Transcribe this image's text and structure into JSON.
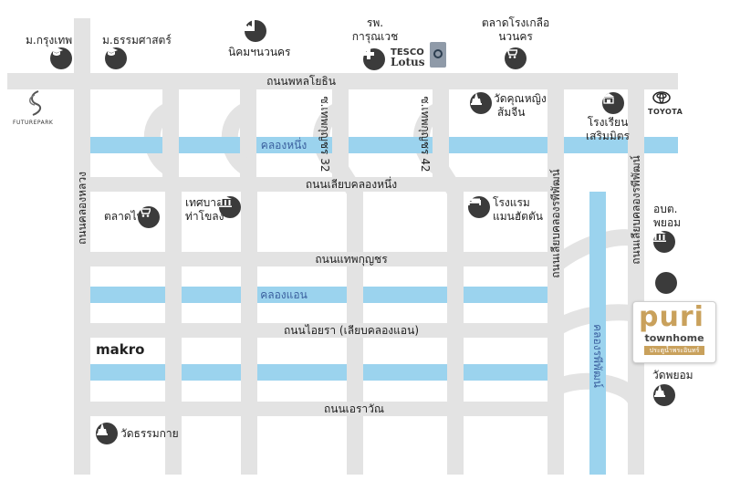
{
  "roads": {
    "phahon_yothin": "ถนนพหลโยธิน",
    "khlong_luang": "ถนนคลองหลวง",
    "liap_khlong_nueng": "ถนนเลียบคลองหนึ่ง",
    "soi_thep_32": "ซ.เทพกุญชร 32",
    "soi_thep_42": "ซ.เทพกุญชร 42",
    "liap_khlong_rapiphat_1": "ถนนเลียบคลองรพีพัฒน์",
    "liap_khlong_rapiphat_2": "ถนนเลียบคลองรพีพัฒน์",
    "thep_kunchon": "ถนนแทพกุญชร",
    "ayara": "ถนนไอยรา (เลียบคลองแอน)",
    "erawan": "ถนนเอราวัณ"
  },
  "canals": {
    "khlong_nueng": "คลองหนึ่ง",
    "khlong_aen": "คลองแอน",
    "khlong_rapiphat": "คลองรพีพัฒน์"
  },
  "places": {
    "bangkok_univ": "ม.กรุงเทพ",
    "thammasat": "ม.ธรรมศาสตร์",
    "navanakorn": "นิคมฯนวนคร",
    "hospital_1": "รพ.",
    "hospital_2": "การุณเวช",
    "market_1": "ตลาดโรงเกลือ",
    "market_2": "นวนคร",
    "wat_khunying_1": "วัดคุณหญิง",
    "wat_khunying_2": "ส้มจีน",
    "school_1": "โรงเรียน",
    "school_2": "เสริมมิตร",
    "talad_thai": "ตลาดไท",
    "municipality_1": "เทศบาล",
    "municipality_2": "ท่าโขลง",
    "hotel_1": "โรงแรม",
    "hotel_2": "แมนฮัตตัน",
    "obt_1": "อบต.",
    "obt_2": "พยอม",
    "wat_phayom": "วัดพยอม",
    "wat_thammakai": "วัดธรรมกาย"
  },
  "brands": {
    "futurepark": "FUTUREPARK",
    "toyota": "TOYOTA",
    "tesco": "TESCO",
    "lotus": "Lotus",
    "makro": "makro",
    "puri": "puri",
    "townhome": "townhome",
    "puri_tagline": "ประตูน้ำพระอินทร์"
  },
  "icons": {
    "school": "graduation-cap-icon",
    "factory": "factory-icon",
    "hospital": "medical-cross-icon",
    "cart": "shopping-cart-icon",
    "temple": "temple-icon",
    "government": "government-building-icon",
    "hotel": "bed-icon"
  },
  "colors": {
    "road": "#e3e3e3",
    "canal": "#9bd3ee",
    "icon": "#3b3b3b",
    "brand_gold": "#c9a15c"
  }
}
